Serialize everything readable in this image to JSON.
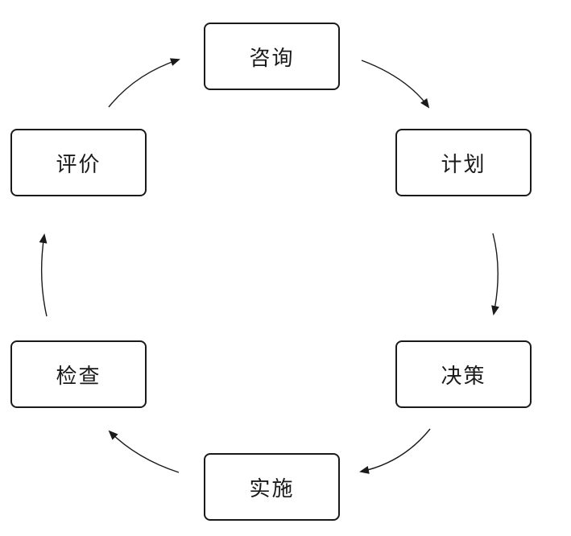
{
  "nodes": [
    {
      "id": "consult",
      "label": "咨询"
    },
    {
      "id": "plan",
      "label": "计划"
    },
    {
      "id": "decide",
      "label": "决策"
    },
    {
      "id": "implement",
      "label": "实施"
    },
    {
      "id": "check",
      "label": "检查"
    },
    {
      "id": "evaluate",
      "label": "评价"
    }
  ],
  "edges": [
    {
      "from": "consult",
      "to": "plan"
    },
    {
      "from": "plan",
      "to": "decide"
    },
    {
      "from": "decide",
      "to": "implement"
    },
    {
      "from": "implement",
      "to": "check"
    },
    {
      "from": "check",
      "to": "evaluate"
    },
    {
      "from": "evaluate",
      "to": "consult"
    }
  ],
  "colors": {
    "stroke": "#1a1a1a",
    "background": "#ffffff"
  }
}
